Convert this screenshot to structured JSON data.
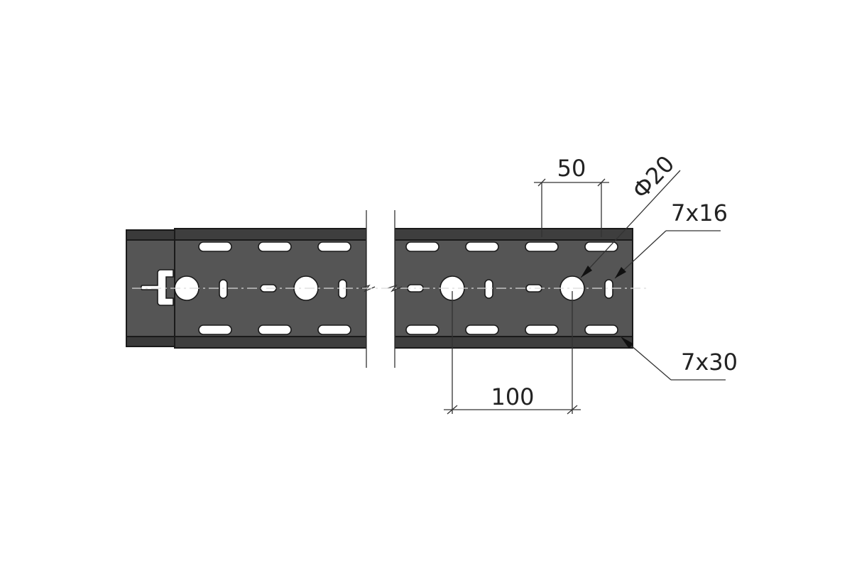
{
  "drawing": {
    "labels": {
      "pitch_small": "50",
      "pitch_large": "100",
      "round_hole": "Ф20",
      "slot_small": "7x16",
      "slot_large": "7x30"
    },
    "colors": {
      "tray_body": "#555555",
      "outline": "#1a1a1a",
      "dimension": "#333333",
      "background": "#ffffff"
    }
  }
}
